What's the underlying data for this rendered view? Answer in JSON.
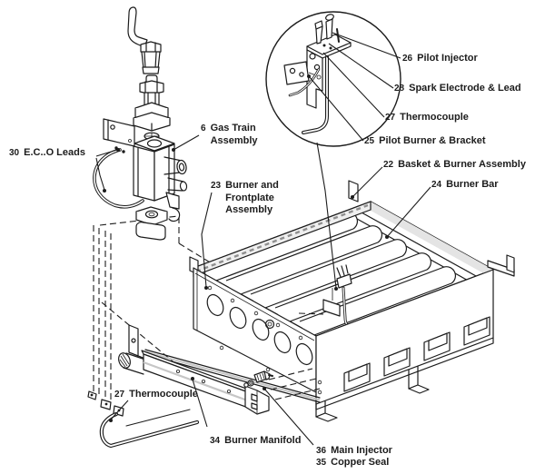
{
  "figure": {
    "type": "exploded-parts-diagram",
    "subject": "Gas burner and gas train assembly",
    "colors": {
      "line": "#1c1c1c",
      "background": "#ffffff",
      "shade": "#e4e4e4",
      "rail_shade": "#efefef",
      "hatch": "#8f8f8f",
      "manifold_shade": "#c6c6c6"
    },
    "labels": [
      {
        "id": "eco-leads",
        "number": "30",
        "text": "E.C..O Leads"
      },
      {
        "id": "gas-train-assembly",
        "number": "6",
        "text": "Gas Train Assembly"
      },
      {
        "id": "pilot-injector",
        "number": "26",
        "text": "Pilot Injector"
      },
      {
        "id": "spark-electrode-lead",
        "number": "28",
        "text": "Spark Electrode & Lead"
      },
      {
        "id": "thermocouple-upper",
        "number": "27",
        "text": "Thermocouple"
      },
      {
        "id": "pilot-burner-bracket",
        "number": "25",
        "text": "Pilot Burner & Bracket"
      },
      {
        "id": "basket-burner-assembly",
        "number": "22",
        "text": "Basket & Burner Assembly"
      },
      {
        "id": "burner-bar",
        "number": "24",
        "text": "Burner Bar"
      },
      {
        "id": "burner-frontplate-assembly",
        "number": "23",
        "text": "Burner and Frontplate Assembly"
      },
      {
        "id": "thermocouple-lower",
        "number": "27",
        "text": "Thermocouple"
      },
      {
        "id": "burner-manifold",
        "number": "34",
        "text": "Burner Manifold"
      },
      {
        "id": "main-injector",
        "number": "36",
        "text": "Main Injector"
      },
      {
        "id": "copper-seal",
        "number": "35",
        "text": "Copper Seal"
      }
    ]
  }
}
